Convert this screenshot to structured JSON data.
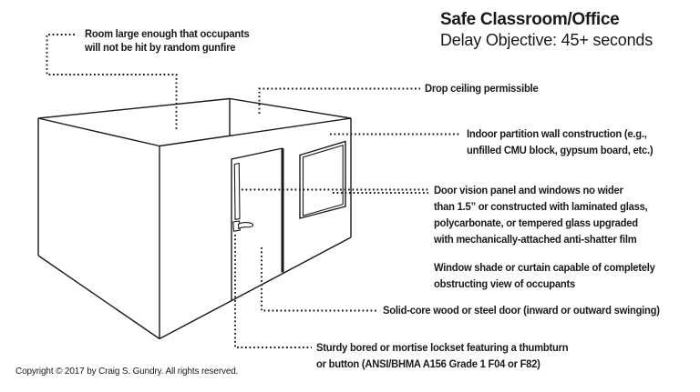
{
  "header": {
    "title": "Safe Classroom/Office",
    "subtitle": "Delay Objective: 45+ seconds"
  },
  "annotations": [
    {
      "id": "room-size",
      "lines": [
        "Room large enough that occupants",
        "will not be hit by random gunfire"
      ]
    },
    {
      "id": "drop-ceiling",
      "lines": [
        "Drop ceiling permissible"
      ]
    },
    {
      "id": "partition-wall",
      "lines": [
        "Indoor partition wall construction (e.g.,",
        "unfilled CMU block, gypsum board, etc.)"
      ]
    },
    {
      "id": "vision-panel",
      "lines": [
        "Door vision panel and windows no wider",
        "than 1.5” or constructed with laminated glass,",
        "polycarbonate, or tempered glass upgraded",
        "with mechanically-attached anti-shatter film"
      ]
    },
    {
      "id": "window-shade",
      "lines": [
        "Window shade or curtain capable of completely",
        "obstructing view of occupants"
      ]
    },
    {
      "id": "door",
      "lines": [
        "Solid-core wood or steel door (inward or outward swinging)"
      ]
    },
    {
      "id": "lockset",
      "lines": [
        "Sturdy bored or mortise lockset featuring a thumbturn",
        "or button (ANSI/BHMA A156 Grade 1 F04 or F82)"
      ]
    }
  ],
  "footer": {
    "copyright": "Copyright © 2017 by Craig S. Gundry. All rights reserved."
  },
  "diagram": {
    "colors": {
      "ink": "#1a1a1a",
      "background": "#ffffff"
    }
  }
}
